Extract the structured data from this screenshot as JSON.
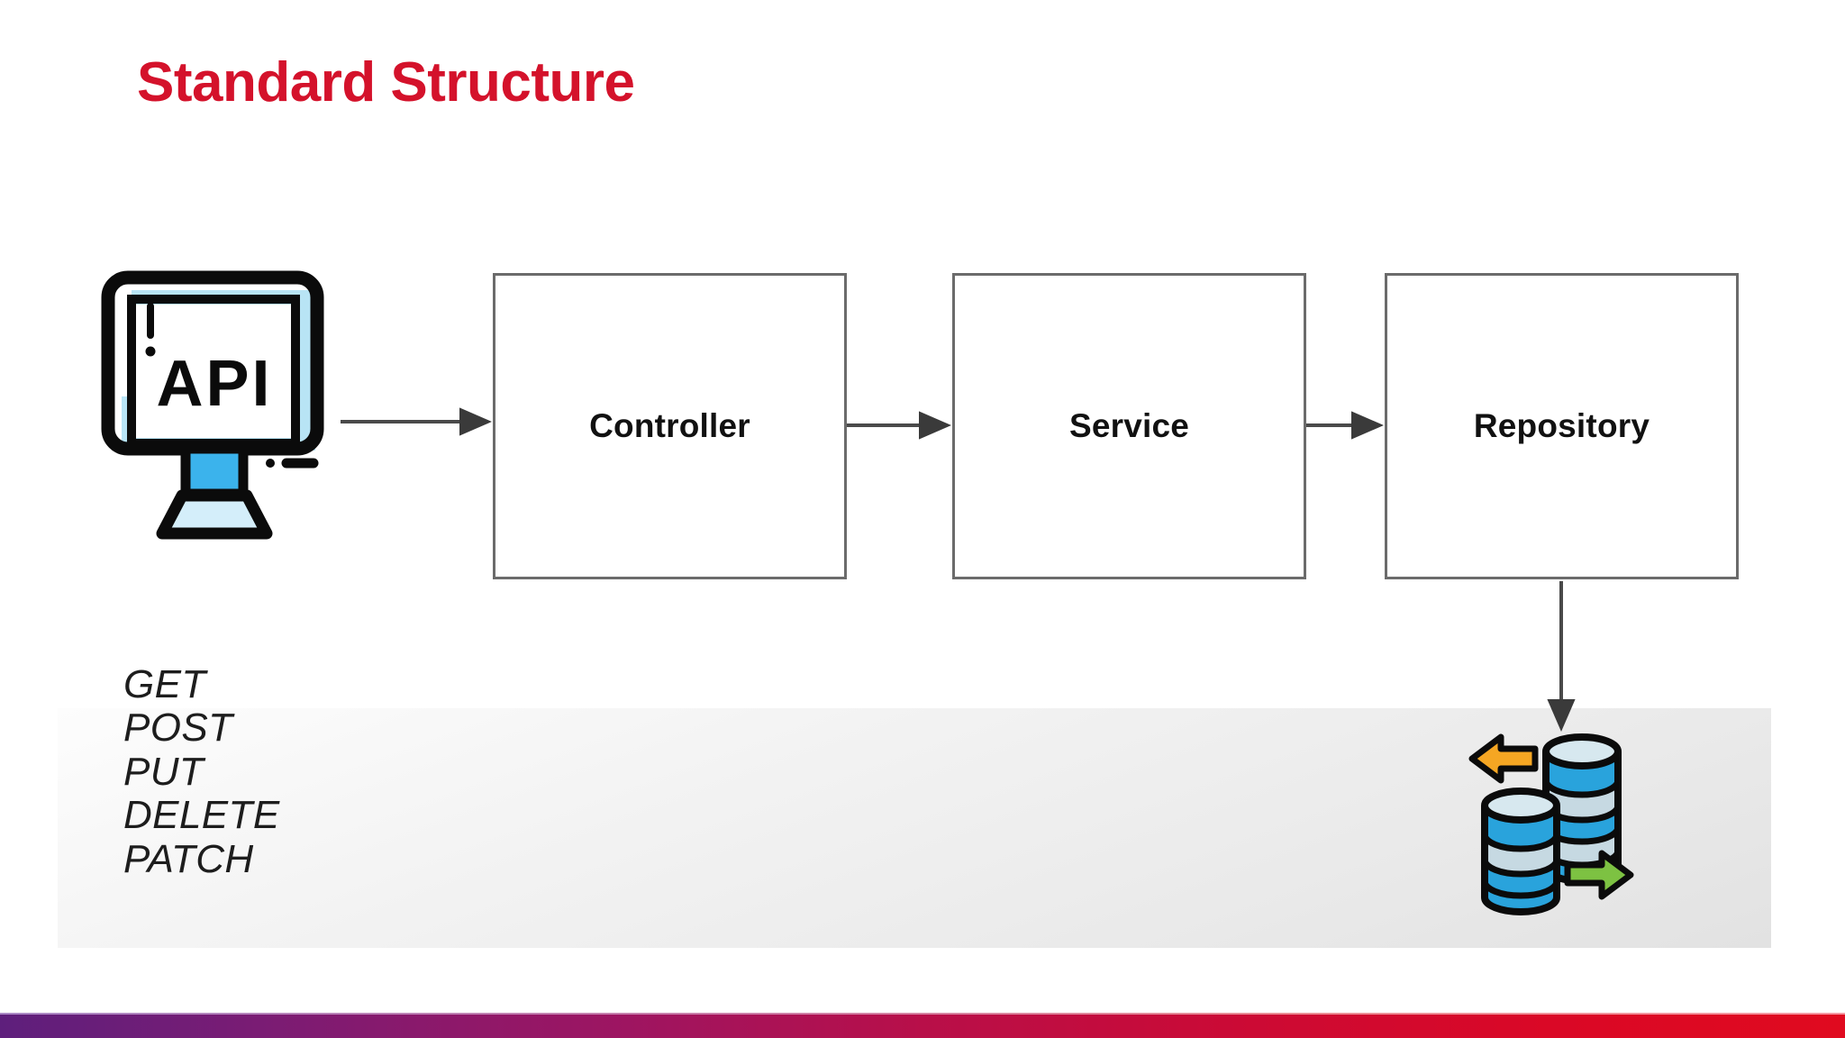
{
  "slide": {
    "title": "Standard Structure",
    "title_color": "#D4122B",
    "background_color": "#FFFFFF"
  },
  "diagram": {
    "type": "flow",
    "boxes": [
      {
        "id": "controller",
        "label": "Controller"
      },
      {
        "id": "service",
        "label": "Service"
      },
      {
        "id": "repository",
        "label": "Repository"
      }
    ],
    "source_node": {
      "id": "api-client",
      "label": "API",
      "icon": "api-monitor-icon",
      "accent_color": "#B8E4F5"
    },
    "sink_node": {
      "id": "database",
      "icon": "database-stack-icon",
      "cylinder_color": "#29A3DC",
      "band_color": "#C6D9E2",
      "in_arrow_color": "#F5A623",
      "out_arrow_color": "#7DC242"
    },
    "connectors": [
      {
        "from": "api-client",
        "to": "controller",
        "direction": "right"
      },
      {
        "from": "controller",
        "to": "service",
        "direction": "right"
      },
      {
        "from": "service",
        "to": "repository",
        "direction": "right"
      },
      {
        "from": "repository",
        "to": "database",
        "direction": "down"
      }
    ],
    "connector_color": "#555555"
  },
  "http_methods": {
    "items": [
      "GET",
      "POST",
      "PUT",
      "DELETE",
      "PATCH"
    ]
  },
  "footer": {
    "bar_gradient_start": "#5E1F7C",
    "bar_gradient_end": "#E00A1F"
  }
}
